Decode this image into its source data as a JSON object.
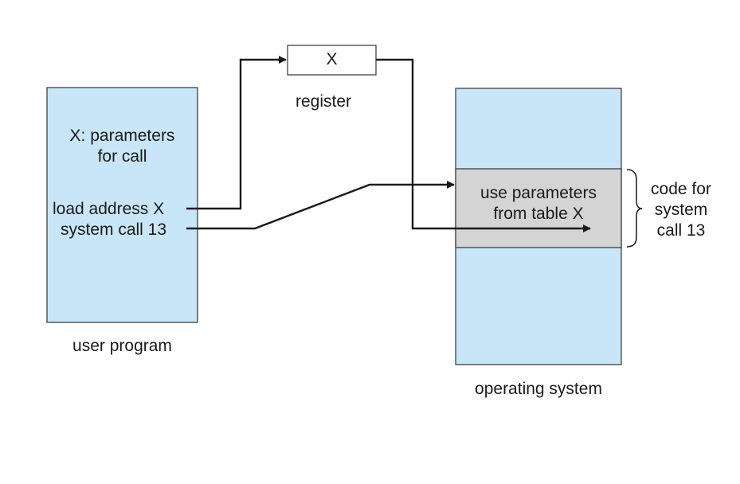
{
  "diagram": {
    "register": {
      "value": "X",
      "label": "register"
    },
    "user_program": {
      "params_line1": "X: parameters",
      "params_line2": "for call",
      "load_line": "load address X",
      "syscall_line": "system call 13",
      "label": "user program"
    },
    "operating_system": {
      "code_line1": "use parameters",
      "code_line2": "from table X",
      "label": "operating system"
    },
    "brace_note": {
      "line1": "code for",
      "line2": "system",
      "line3": "call 13"
    },
    "colors": {
      "panel_fill": "#c8e6f7",
      "code_fill": "#d4d4d4",
      "stroke": "#333333",
      "arrow": "#1a1a1a"
    }
  }
}
